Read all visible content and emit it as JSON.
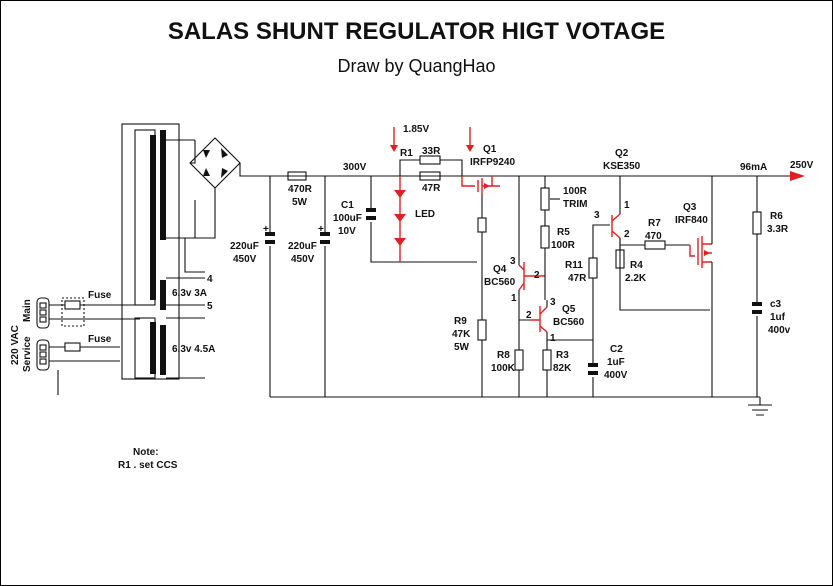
{
  "title": "SALAS SHUNT REGULATOR HIGT VOTAGE",
  "subtitle": "Draw by QuangHao",
  "colors": {
    "wire": "#111111",
    "accent": "#e02020",
    "background": "#ffffff"
  },
  "input": {
    "vac": "220 VAC",
    "main": "Main",
    "service": "Service",
    "fuse1": "Fuse",
    "fuse2": "Fuse"
  },
  "transformer": {
    "pin4": "4",
    "pin5": "5",
    "sec1": "6.3v 3A",
    "sec2": "6.3v 4.5A"
  },
  "filter": {
    "c_left_val": "220uF",
    "c_left_v": "450V",
    "r_name": "470R",
    "r_pow": "5W",
    "c_right_val": "220uF",
    "c_right_v": "450V"
  },
  "regulator": {
    "v300": "300V",
    "v185": "1.85V",
    "c1_name": "C1",
    "c1_val": "100uF",
    "c1_v": "10V",
    "r1_name": "R1",
    "r1_val": "33R",
    "r47": "47R",
    "led": "LED",
    "q1_name": "Q1",
    "q1_part": "IRFP9240",
    "r9_name": "R9",
    "r9_val": "47K",
    "r9_pow": "5W",
    "r_trim_val": "100R",
    "r_trim_lbl": "TRIM",
    "r5_name": "R5",
    "r5_val": "100R",
    "q4_name": "Q4",
    "q4_part": "BC560",
    "q5_name": "Q5",
    "q5_part": "BC560",
    "r8_name": "R8",
    "r8_val": "100K",
    "r3_name": "R3",
    "r3_val": "82K",
    "r11_name": "R11",
    "r11_val": "47R",
    "c2_name": "C2",
    "c2_val": "1uF",
    "c2_v": "400V",
    "q2_name": "Q2",
    "q2_part": "KSE350",
    "r7_name": "R7",
    "r7_val": "470",
    "r4_name": "R4",
    "r4_val": "2.2K",
    "q3_name": "Q3",
    "q3_part": "IRF840",
    "current": "96mA",
    "vout": "250V",
    "r6_name": "R6",
    "r6_val": "3.3R",
    "c3_name": "c3",
    "c3_val": "1uf",
    "c3_v": "400v",
    "pin_1": "1",
    "pin_2": "2",
    "pin_3": "3"
  },
  "note": {
    "label": "Note:",
    "text": "R1 . set CCS"
  }
}
